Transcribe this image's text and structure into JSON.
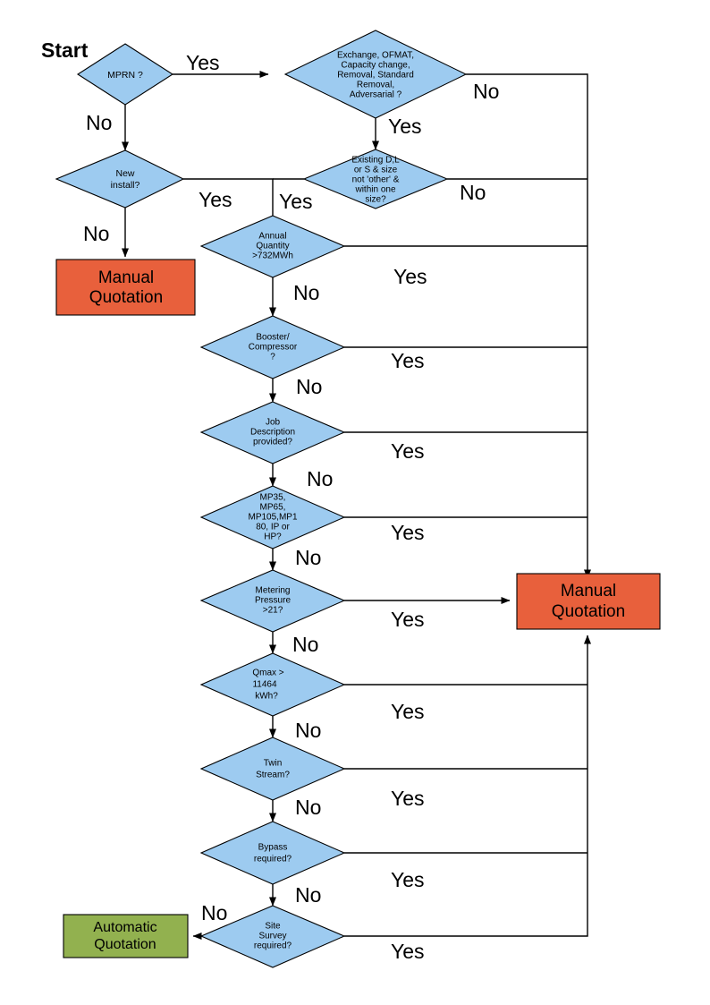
{
  "diagram": {
    "title_label": "Start",
    "colors": {
      "decision_fill": "#9DCBF0",
      "manual_fill": "#E8603C",
      "automatic_fill": "#92B14F",
      "stroke": "#000000",
      "background": "#FFFFFF"
    },
    "edge_labels": {
      "yes": "Yes",
      "no": "No"
    },
    "nodes": [
      {
        "id": "mprn",
        "type": "decision",
        "lines": [
          "MPRN ?"
        ]
      },
      {
        "id": "exchange",
        "type": "decision",
        "lines": [
          "Exchange, OFMAT,",
          "Capacity change,",
          "Removal, Standard",
          "Removal,",
          "Adversarial ?"
        ]
      },
      {
        "id": "new_install",
        "type": "decision",
        "lines": [
          "New",
          "install?"
        ]
      },
      {
        "id": "existing_dls",
        "type": "decision",
        "lines": [
          "Existing D,L",
          "or S & size",
          "not 'other' &",
          "within one",
          "size?"
        ]
      },
      {
        "id": "annual_quantity",
        "type": "decision",
        "lines": [
          "Annual",
          "Quantity",
          ">732MWh"
        ]
      },
      {
        "id": "booster",
        "type": "decision",
        "lines": [
          "Booster/",
          "Compressor",
          "?"
        ]
      },
      {
        "id": "job_description",
        "type": "decision",
        "lines": [
          "Job",
          "Description",
          "provided?"
        ]
      },
      {
        "id": "mp_class",
        "type": "decision",
        "lines": [
          "MP35,",
          "MP65,",
          "MP105,MP1",
          "80, IP or",
          "HP?"
        ]
      },
      {
        "id": "metering_pressure",
        "type": "decision",
        "lines": [
          "Metering",
          "Pressure",
          ">21?"
        ]
      },
      {
        "id": "qmax",
        "type": "decision",
        "lines": [
          "Qmax >",
          "11464",
          "kWh?"
        ]
      },
      {
        "id": "twin_stream",
        "type": "decision",
        "lines": [
          "Twin",
          "Stream?"
        ]
      },
      {
        "id": "bypass",
        "type": "decision",
        "lines": [
          "Bypass",
          "required?"
        ]
      },
      {
        "id": "site_survey",
        "type": "decision",
        "lines": [
          "Site",
          "Survey",
          "required?"
        ]
      },
      {
        "id": "manual_left",
        "type": "terminator",
        "lines": [
          "Manual",
          "Quotation"
        ]
      },
      {
        "id": "manual_right",
        "type": "terminator",
        "lines": [
          "Manual",
          "Quotation"
        ]
      },
      {
        "id": "automatic",
        "type": "terminator",
        "lines": [
          "Automatic",
          "Quotation"
        ]
      }
    ],
    "text": {
      "mprn_l1": "MPRN ?",
      "exchange_l1": "Exchange, OFMAT,",
      "exchange_l2": "Capacity change,",
      "exchange_l3": "Removal, Standard",
      "exchange_l4": "Removal,",
      "exchange_l5": "Adversarial ?",
      "new_install_l1": "New",
      "new_install_l2": "install?",
      "existing_l1": "Existing D,L",
      "existing_l2": "or S & size",
      "existing_l3": "not 'other' &",
      "existing_l4": "within one",
      "existing_l5": "size?",
      "annual_l1": "Annual",
      "annual_l2": "Quantity",
      "annual_l3": ">732MWh",
      "booster_l1": "Booster/",
      "booster_l2": "Compressor",
      "booster_l3": "?",
      "job_l1": "Job",
      "job_l2": "Description",
      "job_l3": "provided?",
      "mp_l1": "MP35,",
      "mp_l2": "MP65,",
      "mp_l3": "MP105,MP1",
      "mp_l4": "80, IP or",
      "mp_l5": "HP?",
      "metering_l1": "Metering",
      "metering_l2": "Pressure",
      "metering_l3": ">21?",
      "qmax_l1": "Qmax >",
      "qmax_l2": "11464",
      "qmax_l3": "kWh?",
      "twin_l1": "Twin",
      "twin_l2": "Stream?",
      "bypass_l1": "Bypass",
      "bypass_l2": "required?",
      "site_l1": "Site",
      "site_l2": "Survey",
      "site_l3": "required?",
      "manual_l1": "Manual",
      "manual_l2": "Quotation",
      "manual2_l1": "Manual",
      "manual2_l2": "Quotation",
      "auto_l1": "Automatic",
      "auto_l2": "Quotation",
      "start": "Start",
      "yes": "Yes",
      "no": "No"
    },
    "edges": [
      {
        "from": "mprn",
        "to": "exchange",
        "label": "Yes"
      },
      {
        "from": "mprn",
        "to": "new_install",
        "label": "No"
      },
      {
        "from": "exchange",
        "to": "manual_right",
        "label": "No"
      },
      {
        "from": "exchange",
        "to": "existing_dls",
        "label": "Yes"
      },
      {
        "from": "new_install",
        "to": "manual_left",
        "label": "No"
      },
      {
        "from": "new_install",
        "to": "annual_quantity",
        "label": "Yes"
      },
      {
        "from": "existing_dls",
        "to": "manual_right",
        "label": "No"
      },
      {
        "from": "existing_dls",
        "to": "annual_quantity",
        "label": "Yes"
      },
      {
        "from": "annual_quantity",
        "to": "manual_right",
        "label": "Yes"
      },
      {
        "from": "annual_quantity",
        "to": "booster",
        "label": "No"
      },
      {
        "from": "booster",
        "to": "manual_right",
        "label": "Yes"
      },
      {
        "from": "booster",
        "to": "job_description",
        "label": "No"
      },
      {
        "from": "job_description",
        "to": "manual_right",
        "label": "Yes"
      },
      {
        "from": "job_description",
        "to": "mp_class",
        "label": "No"
      },
      {
        "from": "mp_class",
        "to": "manual_right",
        "label": "Yes"
      },
      {
        "from": "mp_class",
        "to": "metering_pressure",
        "label": "No"
      },
      {
        "from": "metering_pressure",
        "to": "manual_right",
        "label": "Yes"
      },
      {
        "from": "metering_pressure",
        "to": "qmax",
        "label": "No"
      },
      {
        "from": "qmax",
        "to": "manual_right",
        "label": "Yes"
      },
      {
        "from": "qmax",
        "to": "twin_stream",
        "label": "No"
      },
      {
        "from": "twin_stream",
        "to": "manual_right",
        "label": "Yes"
      },
      {
        "from": "twin_stream",
        "to": "bypass",
        "label": "No"
      },
      {
        "from": "bypass",
        "to": "manual_right",
        "label": "Yes"
      },
      {
        "from": "bypass",
        "to": "site_survey",
        "label": "No"
      },
      {
        "from": "site_survey",
        "to": "manual_right",
        "label": "Yes"
      },
      {
        "from": "site_survey",
        "to": "automatic",
        "label": "No"
      }
    ]
  }
}
